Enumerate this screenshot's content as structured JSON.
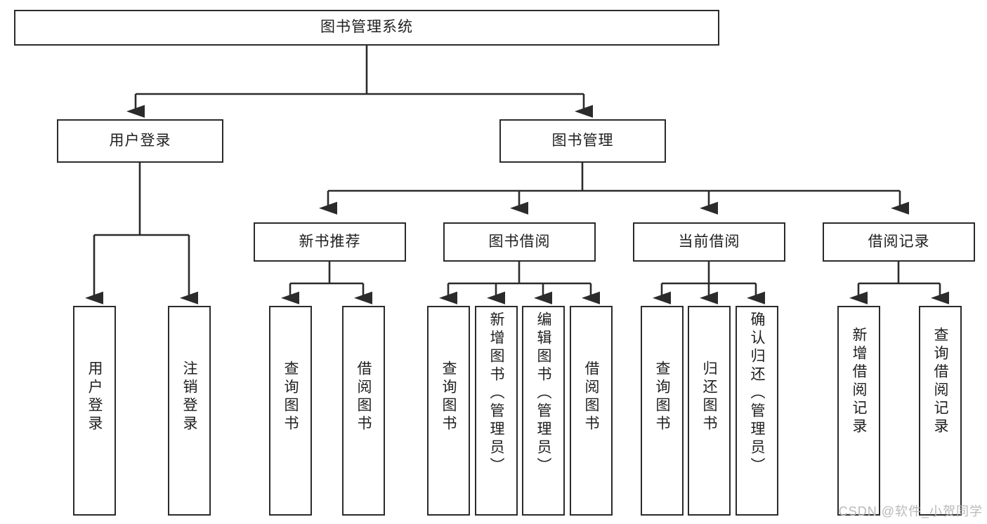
{
  "diagram": {
    "title": "图书管理系统",
    "type": "hierarchy-tree",
    "colors": {
      "box_border": "#2b2b2b",
      "box_fill": "#ffffff",
      "edge": "#2b2b2b",
      "background": "#ffffff",
      "watermark": "#b9b9b9"
    },
    "root": {
      "id": "root",
      "label": "图书管理系统"
    },
    "level2": [
      {
        "id": "user-login",
        "label": "用户登录"
      },
      {
        "id": "book-manage",
        "label": "图书管理"
      }
    ],
    "level3": [
      {
        "id": "new-book-recommend",
        "label": "新书推荐",
        "parent": "book-manage"
      },
      {
        "id": "book-borrow",
        "label": "图书借阅",
        "parent": "book-manage"
      },
      {
        "id": "current-borrow",
        "label": "当前借阅",
        "parent": "book-manage"
      },
      {
        "id": "borrow-record",
        "label": "借阅记录",
        "parent": "book-manage"
      }
    ],
    "leaves": [
      {
        "id": "leaf-user-login",
        "label": "用户登录",
        "parent": "user-login"
      },
      {
        "id": "leaf-user-logout",
        "label": "注销登录",
        "parent": "user-login"
      },
      {
        "id": "leaf-query-book-1",
        "label": "查询图书",
        "parent": "new-book-recommend"
      },
      {
        "id": "leaf-borrow-book-1",
        "label": "借阅图书",
        "parent": "new-book-recommend"
      },
      {
        "id": "leaf-query-book-2",
        "label": "查询图书",
        "parent": "book-borrow"
      },
      {
        "id": "leaf-add-book",
        "label": "新增图书（管理员）",
        "parent": "book-borrow"
      },
      {
        "id": "leaf-edit-book",
        "label": "编辑图书（管理员）",
        "parent": "book-borrow"
      },
      {
        "id": "leaf-borrow-book-2",
        "label": "借阅图书",
        "parent": "book-borrow"
      },
      {
        "id": "leaf-query-book-3",
        "label": "查询图书",
        "parent": "current-borrow"
      },
      {
        "id": "leaf-return-book",
        "label": "归还图书",
        "parent": "current-borrow"
      },
      {
        "id": "leaf-confirm-return",
        "label": "确认归还（管理员）",
        "parent": "current-borrow"
      },
      {
        "id": "leaf-add-record",
        "label": "新增借阅记录",
        "parent": "borrow-record"
      },
      {
        "id": "leaf-query-record",
        "label": "查询借阅记录",
        "parent": "borrow-record"
      }
    ]
  },
  "watermark": {
    "text": "CSDN @软件_小贺同学"
  }
}
